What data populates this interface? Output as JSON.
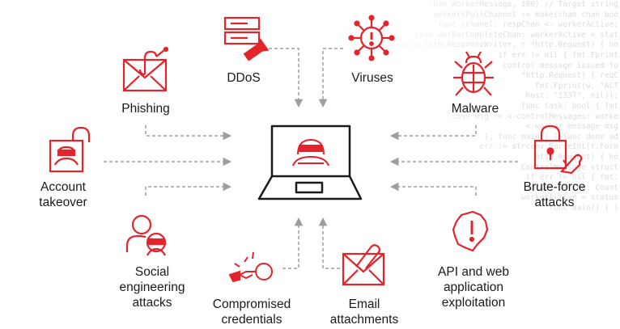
{
  "colors": {
    "accent": "#e3242b",
    "ink": "#1a1a1a",
    "arrow": "#9e9e9e",
    "code": "#d9d9d9"
  },
  "center": {
    "icon": "laptop-hacker-icon"
  },
  "threats": [
    {
      "id": "ddos",
      "lines": [
        "DDoS"
      ],
      "icon": "server-bomb-icon"
    },
    {
      "id": "viruses",
      "lines": [
        "Viruses"
      ],
      "icon": "virus-icon"
    },
    {
      "id": "phishing",
      "lines": [
        "Phishing"
      ],
      "icon": "phishing-envelope-icon"
    },
    {
      "id": "malware",
      "lines": [
        "Malware"
      ],
      "icon": "bug-icon"
    },
    {
      "id": "account-takeover",
      "lines": [
        "Account",
        "takeover"
      ],
      "icon": "unlocked-padlock-hacker-icon"
    },
    {
      "id": "brute-force",
      "lines": [
        "Brute-force",
        "attacks"
      ],
      "icon": "padlock-hand-icon"
    },
    {
      "id": "social-engineering",
      "lines": [
        "Social",
        "engineering",
        "attacks"
      ],
      "icon": "person-hacker-icon"
    },
    {
      "id": "api-exploitation",
      "lines": [
        "API and web",
        "application",
        "exploitation"
      ],
      "icon": "alert-gear-icon"
    },
    {
      "id": "compromised-credentials",
      "lines": [
        "Compromised",
        "credentials"
      ],
      "icon": "broken-key-icon"
    },
    {
      "id": "email-attachments",
      "lines": [
        "Email",
        "attachments"
      ],
      "icon": "envelope-paperclip-icon"
    }
  ],
  "code_lines": [
    "chan WorkerMessage, 100) // Target string",
    "workersPullChannel := make(chan chan boo",
    "func (chanel: respChan <- workerActive;",
    "case workerCompleteChan: workerActive = stat",
    "func(w http.ResponseWriter, r *http.Request) { ho",
    "if err != nil { fmt.Fprint",
    "control message issued fo",
    "*http.Request) { reqC",
    "fmt.Fprint(w, \"ACT",
    "host: \"1337\", nil));",
    "func task: bool { fmt",
    "case msg := <-controlMessages: worke",
    "<-worker message msg",
    "}; func main() { func done ad",
    "err := strconv.ParseInt(r.Form",
    "http.Request) { ho",
    "ControlMessage struct",
    "if err != nil { fmt.",
    "Target string; Count",
    "workerActive = status",
    "func main() { }"
  ]
}
